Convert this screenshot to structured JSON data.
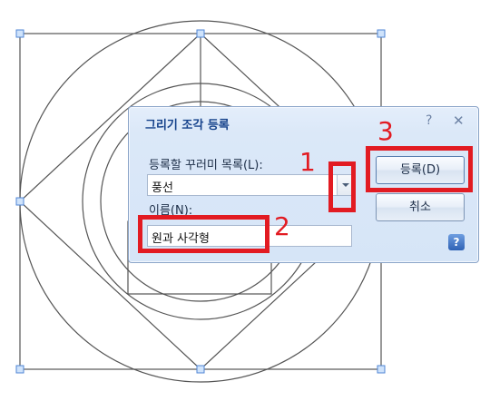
{
  "dialog": {
    "title": "그리기 조각 등록",
    "help_glyph": "?",
    "close_glyph": "✕",
    "list_label": "등록할 꾸러미 목록(L):",
    "list_value": "풍선",
    "name_label": "이름(N):",
    "name_value": "원과 사각형",
    "register_label": "등록(D)",
    "cancel_label": "취소",
    "help_button_glyph": "?"
  },
  "annotations": {
    "step1": "1",
    "step2": "2",
    "step3": "3",
    "color": "#e21b22"
  },
  "colors": {
    "dialog_title": "#15428b",
    "dialog_bg": "#d6e5f7",
    "handle": "#a8c8f0",
    "shape_stroke": "#555555"
  },
  "icons": {
    "help": "question-mark-icon",
    "close": "close-icon",
    "dropdown": "chevron-down-icon",
    "help_button": "help-icon"
  }
}
